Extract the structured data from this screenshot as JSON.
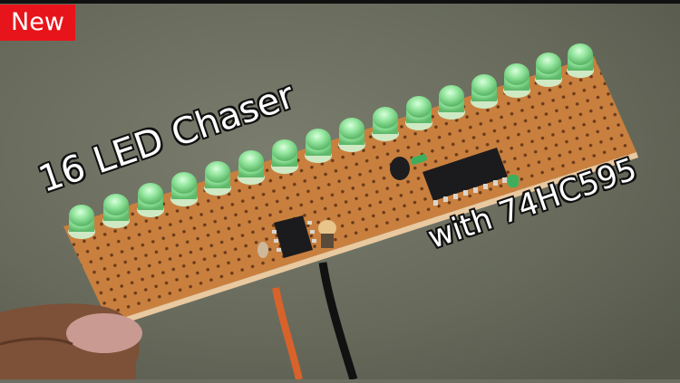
{
  "badge": {
    "label": "New",
    "color": "#e8141b"
  },
  "captions": {
    "title": "16 LED Chaser",
    "subtitle": "with 74HC595"
  },
  "scene": {
    "description": "Hand holding perfboard with 16 green LEDs, 74HC595 shift register, 555 timer IC, transistor, capacitor and red/black power wires",
    "led_count": 16,
    "colors": {
      "background": "#6b6e60",
      "pcb": "#c9803f",
      "led": "#8fe39a",
      "ic": "#1b1b1d",
      "wire_red": "#d9622b",
      "wire_black": "#111111",
      "skin": "#8a5a3f"
    }
  }
}
